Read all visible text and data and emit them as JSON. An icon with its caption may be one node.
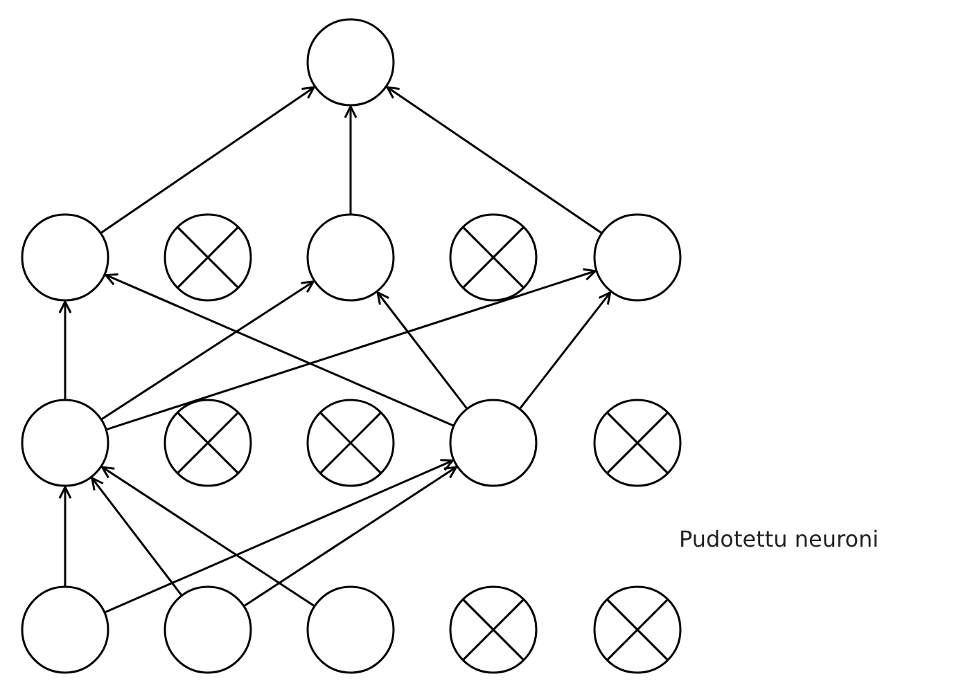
{
  "diagram": {
    "nodes": [
      {
        "text": [],
        "shape": "circle"
      },
      {
        "text": [],
        "shape": "circle"
      },
      {
        "text": [],
        "shape": "x-circle"
      },
      {
        "text": [],
        "shape": "circle"
      },
      {
        "text": [],
        "shape": "x-circle"
      },
      {
        "text": [],
        "shape": "circle"
      },
      {
        "text": [],
        "shape": "circle"
      },
      {
        "text": [],
        "shape": "x-circle"
      },
      {
        "text": [],
        "shape": "x-circle"
      },
      {
        "text": [],
        "shape": "circle"
      },
      {
        "text": [],
        "shape": "x-circle"
      },
      {
        "text": [],
        "shape": "circle"
      },
      {
        "text": [],
        "shape": "circle"
      },
      {
        "text": [],
        "shape": "circle"
      },
      {
        "text": [],
        "shape": "x-circle"
      },
      {
        "text": [],
        "shape": "x-circle"
      }
    ],
    "edges": [
      {
        "from": 1,
        "to": 0,
        "arrow": "to"
      },
      {
        "from": 3,
        "to": 0,
        "arrow": "to"
      },
      {
        "from": 5,
        "to": 0,
        "arrow": "to"
      },
      {
        "from": 6,
        "to": 1,
        "arrow": "to"
      },
      {
        "from": 6,
        "to": 3,
        "arrow": "to"
      },
      {
        "from": 6,
        "to": 5,
        "arrow": "to"
      },
      {
        "from": 9,
        "to": 1,
        "arrow": "to"
      },
      {
        "from": 9,
        "to": 3,
        "arrow": "to"
      },
      {
        "from": 9,
        "to": 5,
        "arrow": "to"
      },
      {
        "from": 11,
        "to": 6,
        "arrow": "to"
      },
      {
        "from": 11,
        "to": 9,
        "arrow": "to"
      },
      {
        "from": 12,
        "to": 6,
        "arrow": "to"
      },
      {
        "from": 12,
        "to": 9,
        "arrow": "to"
      },
      {
        "from": 13,
        "to": 6,
        "arrow": "to"
      }
    ],
    "labels": [
      "Pudotettu neuroni"
    ]
  }
}
